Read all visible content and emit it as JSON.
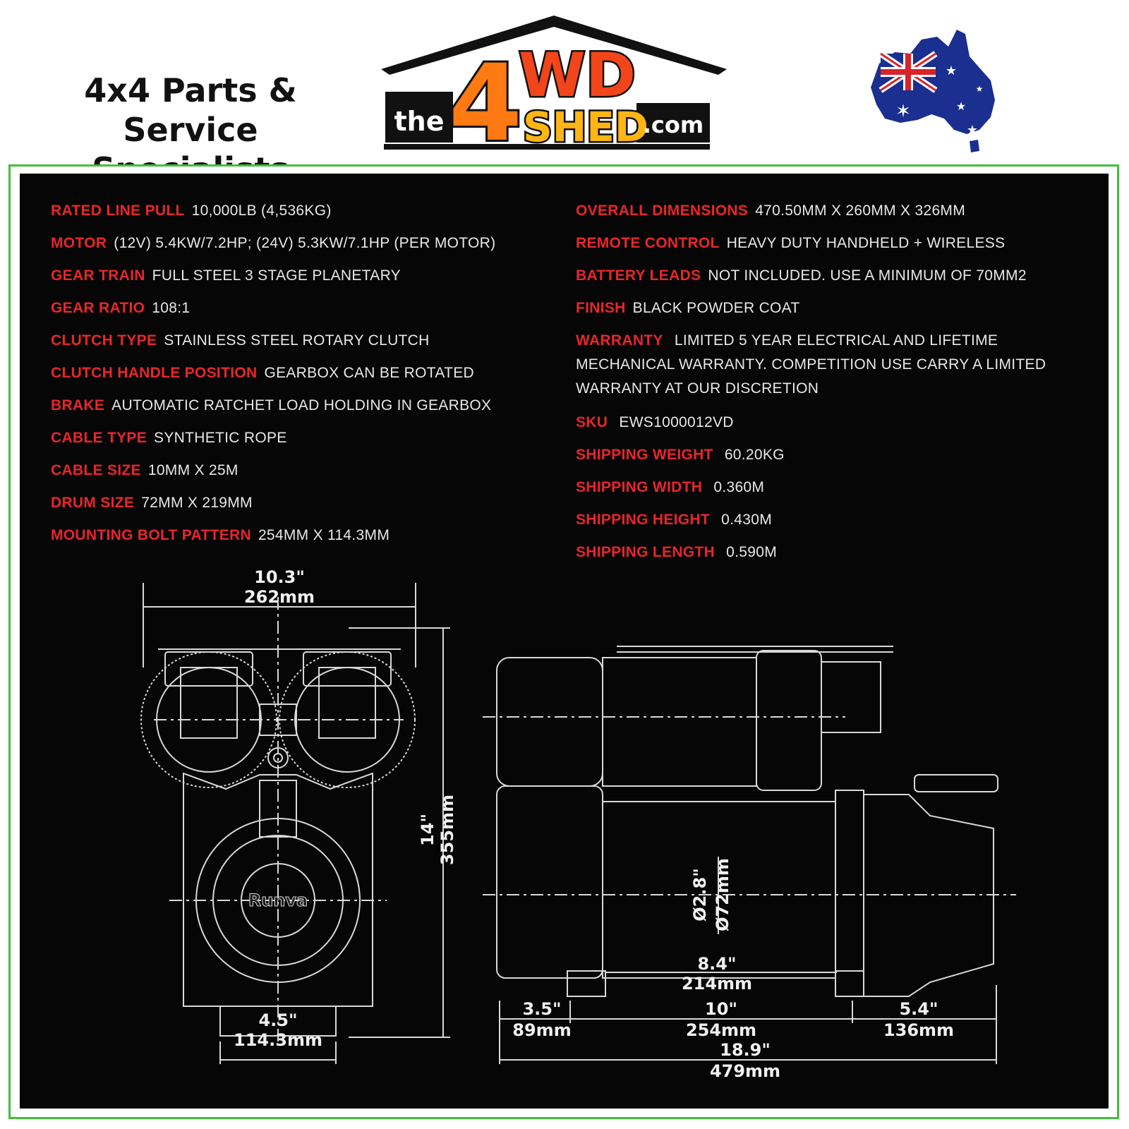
{
  "header": {
    "tagline_line1": "4x4 Parts & Service",
    "tagline_line2": "Specialists",
    "logo": {
      "the": "the",
      "four": "4",
      "wd": "WD",
      "shed": "SHED",
      "dotcom": ".com"
    }
  },
  "colors": {
    "accent_red": "#e8262b",
    "frame_green": "#3fbf3a",
    "panel_bg": "#060606",
    "logo_orange": "#ff8c1a"
  },
  "specs_left": [
    {
      "key": "RATED LINE PULL",
      "value": "10,000LB (4,536KG)"
    },
    {
      "key": "MOTOR",
      "value": "(12V) 5.4KW/7.2HP; (24V) 5.3KW/7.1HP (PER MOTOR)"
    },
    {
      "key": "GEAR TRAIN",
      "value": "FULL STEEL 3 STAGE PLANETARY"
    },
    {
      "key": "GEAR RATIO",
      "value": "108:1"
    },
    {
      "key": "CLUTCH TYPE",
      "value": "STAINLESS STEEL ROTARY CLUTCH"
    },
    {
      "key": "CLUTCH HANDLE POSITION",
      "value": "GEARBOX CAN BE ROTATED"
    },
    {
      "key": "BRAKE",
      "value": "AUTOMATIC RATCHET LOAD HOLDING IN GEARBOX"
    },
    {
      "key": "CABLE TYPE",
      "value": "SYNTHETIC ROPE"
    },
    {
      "key": "CABLE SIZE",
      "value": "10MM X 25M"
    },
    {
      "key": "DRUM SIZE",
      "value": "72MM X 219MM"
    },
    {
      "key": "MOUNTING BOLT PATTERN",
      "value": "254MM X 114.3MM"
    }
  ],
  "specs_right": [
    {
      "key": "OVERALL DIMENSIONS",
      "value": "470.50MM X 260MM X 326MM"
    },
    {
      "key": "REMOTE CONTROL",
      "value": "HEAVY DUTY HANDHELD + WIRELESS"
    },
    {
      "key": "BATTERY LEADS",
      "value": "NOT INCLUDED. USE A MINIMUM OF 70MM2"
    },
    {
      "key": "FINISH",
      "value": "BLACK POWDER COAT"
    },
    {
      "key": "WARRANTY",
      "value": " LIMITED 5 YEAR ELECTRICAL AND LIFETIME MECHANICAL WARRANTY. COMPETITION USE CARRY A LIMITED WARRANTY AT OUR DISCRETION"
    },
    {
      "key": "SKU",
      "value": " EWS1000012VD"
    },
    {
      "key": "SHIPPING WEIGHT",
      "value": " 60.20KG"
    },
    {
      "key": "SHIPPING WIDTH",
      "value": " 0.360M"
    },
    {
      "key": "SHIPPING HEIGHT",
      "value": " 0.430M"
    },
    {
      "key": "SHIPPING LENGTH",
      "value": " 0.590M"
    }
  ],
  "drawing": {
    "brand": "Runva",
    "front_width_in": "10.3\"",
    "front_width_mm": "262mm",
    "front_height_in": "14\"",
    "front_height_mm": "355mm",
    "front_bolt_in": "4.5\"",
    "front_bolt_mm": "114.3mm",
    "drum_dia_in": "Ø2.8\"",
    "drum_dia_mm": "Ø72mm",
    "drum_len_in": "8.4\"",
    "drum_len_mm": "214mm",
    "left_ext_in": "3.5\"",
    "left_ext_mm": "89mm",
    "bolt_span_in": "10\"",
    "bolt_span_mm": "254mm",
    "right_ext_in": "5.4\"",
    "right_ext_mm": "136mm",
    "overall_in": "18.9\"",
    "overall_mm": "479mm"
  }
}
